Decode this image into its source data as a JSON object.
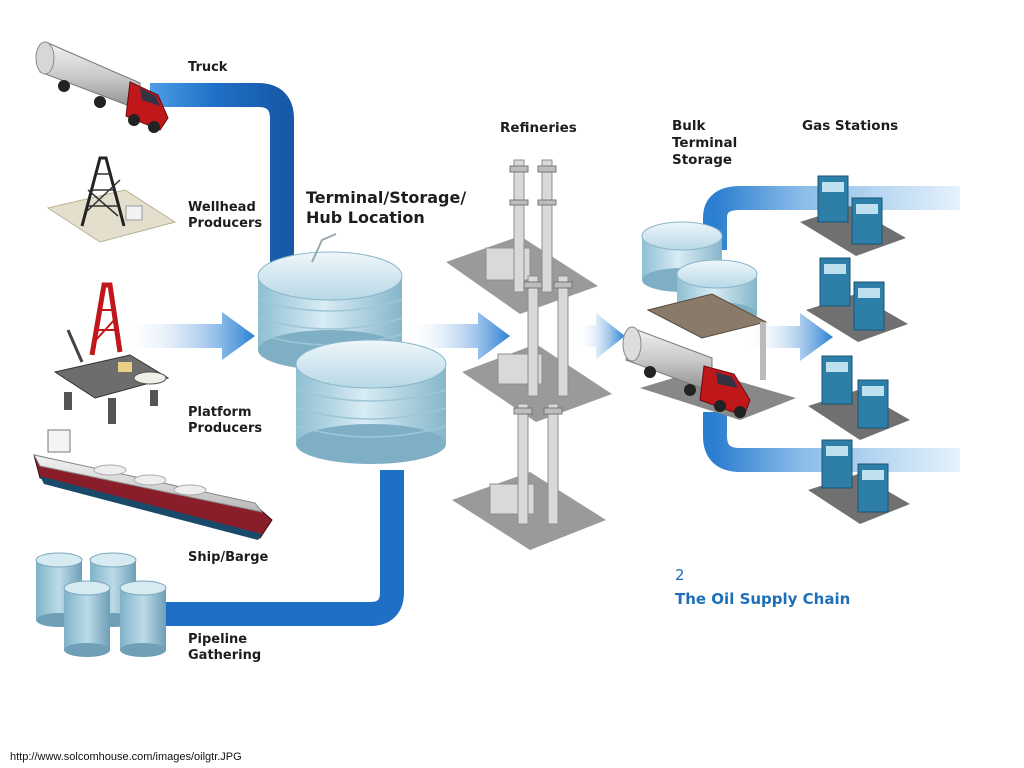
{
  "labels": {
    "truck": "Truck",
    "wellhead": "Wellhead\nProducers",
    "platform": "Platform\nProducers",
    "ship": "Ship/Barge",
    "pipeline": "Pipeline\nGathering",
    "terminal": "Terminal/Storage/\nHub Location",
    "refineries": "Refineries",
    "bulk": "Bulk\nTerminal\nStorage",
    "gas_stations": "Gas Stations"
  },
  "figure": {
    "number": "2",
    "title": "The Oil Supply Chain"
  },
  "source_url": "http://www.solcomhouse.com/images/oilgtr.JPG",
  "colors": {
    "flow_dark": "#1f6fc7",
    "flow_light": "#cfe3f7",
    "tank": "#b9d9e8",
    "truck_cab": "#c0171b",
    "pump": "#2e7fa8"
  }
}
